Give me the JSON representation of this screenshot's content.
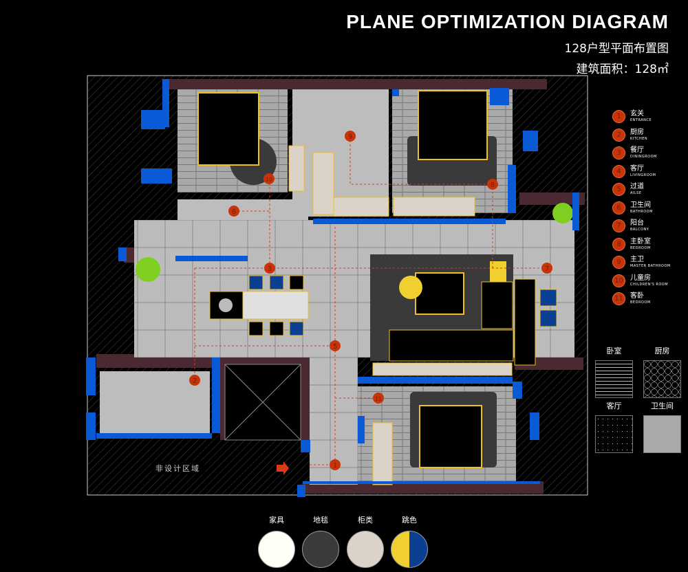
{
  "header": {
    "title": "PLANE OPTIMIZATION DIAGRAM",
    "subtitle": "128户型平面布置图",
    "area": "建筑面积：128㎡"
  },
  "legend": [
    {
      "num": "1",
      "cn": "玄关",
      "en": "ENTRANCE"
    },
    {
      "num": "2",
      "cn": "厨房",
      "en": "KITCHEN"
    },
    {
      "num": "3",
      "cn": "餐厅",
      "en": "DININGROOM"
    },
    {
      "num": "4",
      "cn": "客厅",
      "en": "LIVINGROOM"
    },
    {
      "num": "5",
      "cn": "过道",
      "en": "AILSE"
    },
    {
      "num": "6",
      "cn": "卫生间",
      "en": "BATHROOM"
    },
    {
      "num": "7",
      "cn": "阳台",
      "en": "BALCONY"
    },
    {
      "num": "8",
      "cn": "主卧室",
      "en": "BEDROOM"
    },
    {
      "num": "9",
      "cn": "主卫",
      "en": "MASTER BATHROOM"
    },
    {
      "num": "10",
      "cn": "儿童房",
      "en": "CHILDREN'S ROOM"
    },
    {
      "num": "11",
      "cn": "客卧",
      "en": "BEDROOM"
    }
  ],
  "materials": [
    {
      "label": "卧室"
    },
    {
      "label": "厨房"
    },
    {
      "label": "客厅"
    },
    {
      "label": "卫生间"
    }
  ],
  "plan": {
    "non_design_area": "非设计区域"
  },
  "swatches": [
    {
      "label": "家具",
      "color": "#fffff8"
    },
    {
      "label": "地毯",
      "color": "#3a3a3a"
    },
    {
      "label": "柜类",
      "color": "#dcd3c8"
    },
    {
      "label": "跳色",
      "color": "#f0d030",
      "color2": "#0a3f94"
    }
  ],
  "colors": {
    "wall_blue": "#0a5ad8",
    "wall_maroon": "#4a2a30",
    "floor": "#bdbdbd",
    "marker": "#c8340a"
  }
}
